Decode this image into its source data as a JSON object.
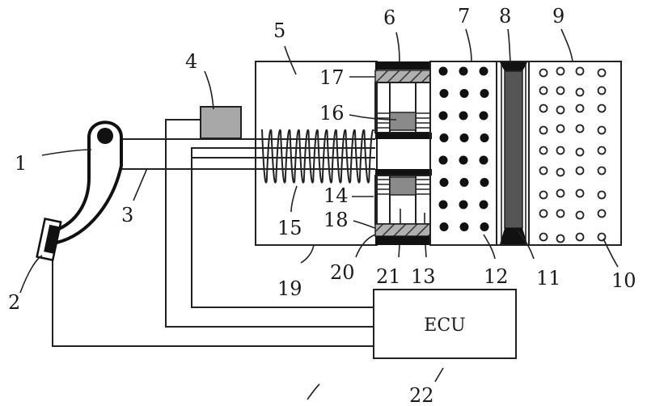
{
  "title": "Brake pedal feel simulator schematic",
  "colors": {
    "line": "#222222",
    "sensor_gray": "#a8a8a8",
    "magnet_gray": "#8a8a8a",
    "piston_dark": "#555555",
    "hatch_fill": "#b0b0b0",
    "black": "#111111"
  },
  "ecu": {
    "text": "ECU"
  },
  "labels": [
    {
      "id": "1",
      "text": "1"
    },
    {
      "id": "2",
      "text": "2"
    },
    {
      "id": "3",
      "text": "3"
    },
    {
      "id": "4",
      "text": "4"
    },
    {
      "id": "5",
      "text": "5"
    },
    {
      "id": "6",
      "text": "6"
    },
    {
      "id": "7",
      "text": "7"
    },
    {
      "id": "8",
      "text": "8"
    },
    {
      "id": "9",
      "text": "9"
    },
    {
      "id": "10",
      "text": "10"
    },
    {
      "id": "11",
      "text": "11"
    },
    {
      "id": "12",
      "text": "12"
    },
    {
      "id": "13",
      "text": "13"
    },
    {
      "id": "14",
      "text": "14"
    },
    {
      "id": "15",
      "text": "15"
    },
    {
      "id": "16",
      "text": "16"
    },
    {
      "id": "17",
      "text": "17"
    },
    {
      "id": "18",
      "text": "18"
    },
    {
      "id": "19",
      "text": "19"
    },
    {
      "id": "20",
      "text": "20"
    },
    {
      "id": "21",
      "text": "21"
    },
    {
      "id": "22",
      "text": "22"
    }
  ],
  "chamber_7": {
    "dot_style": "filled",
    "columns": 3,
    "rows": 8
  },
  "chamber_9": {
    "dot_style": "hollow",
    "columns": 4,
    "rows": 9
  },
  "spring_15": {
    "coils": 12
  }
}
